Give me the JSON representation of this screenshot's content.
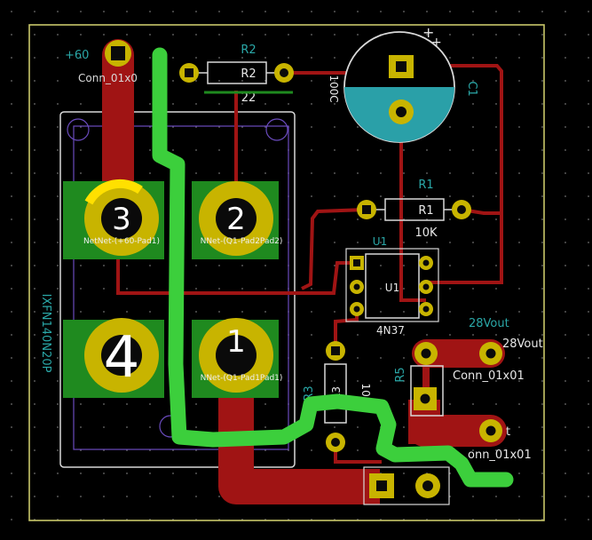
{
  "colors": {
    "background": "#000000",
    "edge_cuts": "#c9c76a",
    "copper": "#a01414",
    "fill_zone": "#1f8a1f",
    "pad": "#c8b400",
    "drill": "#0a0a0a",
    "silkscreen": "#e6e6e6",
    "fab_text": "#2aa7a7",
    "courtyard": "#6a4bbd",
    "cap_fill": "#2aa0a8",
    "freehand_trace": "#3ccf3c",
    "highlight": "#ffe000"
  },
  "labels": {
    "plus60": "+60",
    "conn_top": "Conn_01x0",
    "r2_ref": "R2",
    "r2_inner": "R2",
    "r2_value": "22",
    "c1_value": "100C",
    "c1_ref": "C1",
    "plus_mark": "+",
    "r1_ref": "R1",
    "r1_inner": "R1",
    "r1_value": "10K",
    "u1_ref": "U1",
    "u1_inner": "U1",
    "u1_value": "4N37",
    "ixfn_value": "IXFN140N20P",
    "pad3_net": "NetNet-(+60-Pad1)",
    "pad2_net": "NNet-(Q1-Pad2Pad2)",
    "pad1_net": "NNet-(Q1-Pad1Pad1)",
    "vout_teal": "28Vout",
    "vout_white": "28Vout",
    "conn_01x01_a": "Conn_01x01",
    "r3_ref": "R3",
    "r3_inner": "R3",
    "r3_value": "100",
    "r5_ref": "R5",
    "conn_t": "t",
    "conn_01x01_b": "onn_01x01"
  },
  "pads": {
    "p1": "1",
    "p2": "2",
    "p3": "3",
    "p4": "4"
  }
}
